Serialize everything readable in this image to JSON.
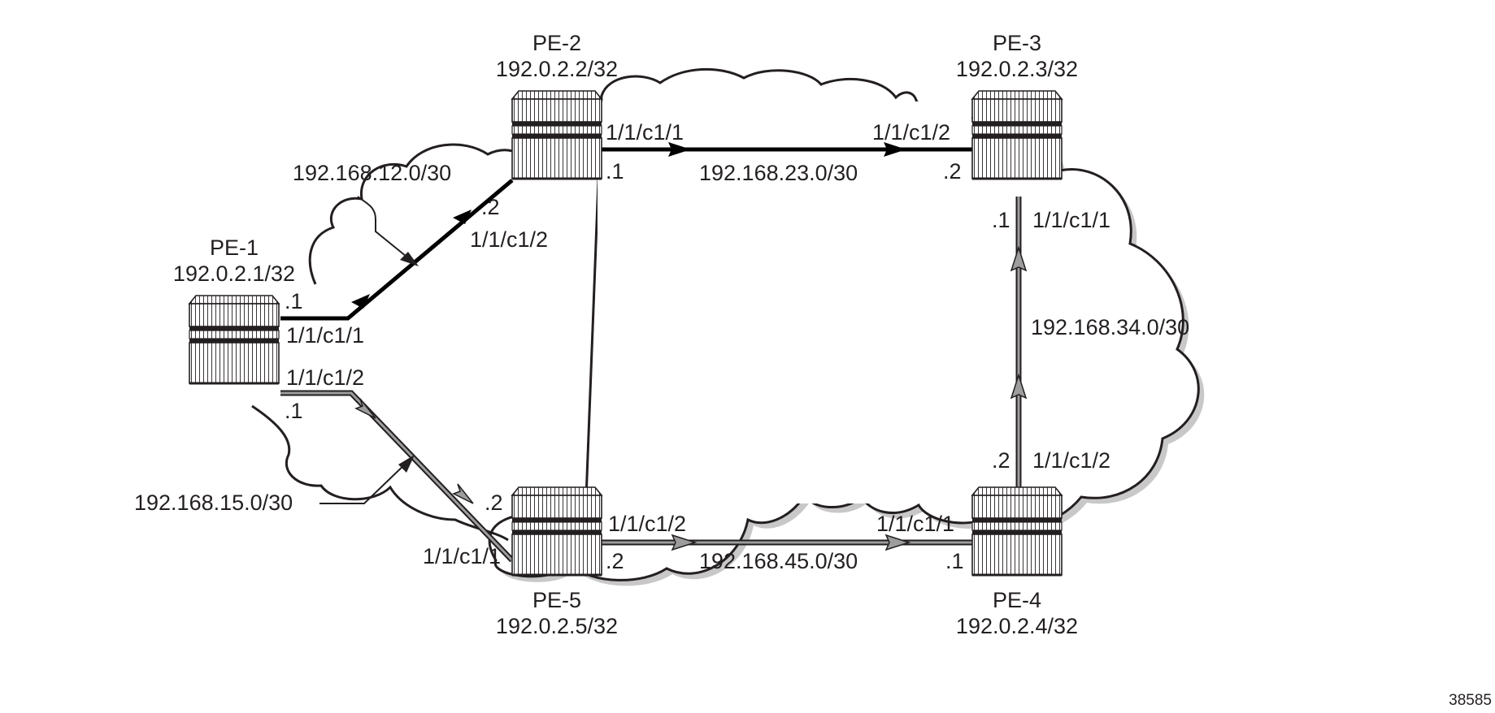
{
  "nodes": {
    "pe1": {
      "name": "PE-1",
      "address": "192.0.2.1/32"
    },
    "pe2": {
      "name": "PE-2",
      "address": "192.0.2.2/32"
    },
    "pe3": {
      "name": "PE-3",
      "address": "192.0.2.3/32"
    },
    "pe4": {
      "name": "PE-4",
      "address": "192.0.2.4/32"
    },
    "pe5": {
      "name": "PE-5",
      "address": "192.0.2.5/32"
    }
  },
  "links": {
    "pe1_pe2": {
      "subnet": "192.168.12.0/30",
      "pe1_port": "1/1/c1/1",
      "pe1_host": ".1",
      "pe2_port": "1/1/c1/2",
      "pe2_host": ".2"
    },
    "pe2_pe3": {
      "subnet": "192.168.23.0/30",
      "pe2_port": "1/1/c1/1",
      "pe2_host": ".1",
      "pe3_port": "1/1/c1/2",
      "pe3_host": ".2"
    },
    "pe3_pe4": {
      "subnet": "192.168.34.0/30",
      "pe3_port": "1/1/c1/1",
      "pe3_host": ".1",
      "pe4_port": "1/1/c1/2",
      "pe4_host": ".2"
    },
    "pe5_pe4": {
      "subnet": "192.168.45.0/30",
      "pe5_port": "1/1/c1/2",
      "pe5_host": ".2",
      "pe4_port": "1/1/c1/1",
      "pe4_host": ".1"
    },
    "pe1_pe5": {
      "subnet": "192.168.15.0/30",
      "pe1_port": "1/1/c1/2",
      "pe1_host": ".1",
      "pe5_port": "1/1/c1/1",
      "pe5_host": ".2"
    }
  },
  "figure_id": "38585",
  "colors": {
    "line": "#231f20",
    "path_primary": "#000000",
    "path_secondary": "#9d9d9d",
    "cloud_shadow": "#c8c8c8"
  }
}
